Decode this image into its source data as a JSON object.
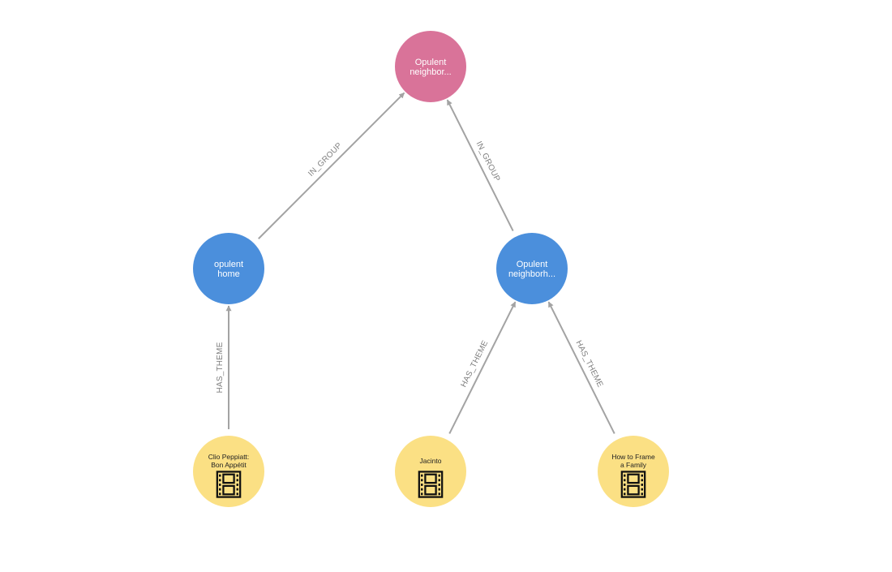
{
  "colors": {
    "group": "#d97399",
    "theme": "#4b8fdc",
    "movie": "#fbe084",
    "edge": "#a3a3a3",
    "edge_label": "#7f7f7f",
    "icon": "#111111"
  },
  "nodes": [
    {
      "id": "group",
      "kind": "group",
      "lines": [
        "Opulent",
        "neighbor..."
      ]
    },
    {
      "id": "theme_home",
      "kind": "theme",
      "lines": [
        "opulent",
        "home"
      ]
    },
    {
      "id": "theme_neigh",
      "kind": "theme",
      "lines": [
        "Opulent",
        "neighborh..."
      ]
    },
    {
      "id": "movie_clio",
      "kind": "movie",
      "lines": [
        "Clio Peppiatt:",
        "Bon Appétit"
      ],
      "icon": "film-icon"
    },
    {
      "id": "movie_jacinto",
      "kind": "movie",
      "lines": [
        "Jacinto"
      ],
      "icon": "film-icon"
    },
    {
      "id": "movie_frame",
      "kind": "movie",
      "lines": [
        "How to Frame",
        "a Family"
      ],
      "icon": "film-icon"
    }
  ],
  "edges": [
    {
      "from": "theme_home",
      "to": "group",
      "label": "IN_GROUP"
    },
    {
      "from": "theme_neigh",
      "to": "group",
      "label": "IN_GROUP"
    },
    {
      "from": "movie_clio",
      "to": "theme_home",
      "label": "HAS_THEME"
    },
    {
      "from": "movie_jacinto",
      "to": "theme_neigh",
      "label": "HAS_THEME"
    },
    {
      "from": "movie_frame",
      "to": "theme_neigh",
      "label": "HAS_THEME"
    }
  ]
}
